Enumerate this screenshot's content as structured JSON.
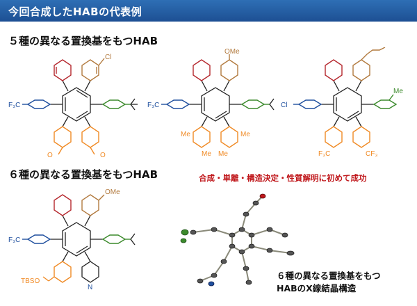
{
  "header": {
    "title": "今回合成したHABの代表例"
  },
  "section1": {
    "title": "５種の異なる置換基をもつHAB",
    "molecules": [
      {
        "labels": {
          "top_right": "Cl",
          "left": "F₃C",
          "bottom_left": "O",
          "bottom_right": "O"
        }
      },
      {
        "labels": {
          "top_right": "OMe",
          "left": "F₃C",
          "me1": "Me",
          "me2": "Me",
          "me3": "Me",
          "me4": "Me"
        }
      },
      {
        "labels": {
          "top_right_me": "Me",
          "left": "Cl",
          "bottom_left": "F₃C",
          "bottom_right": "CF₃"
        }
      }
    ]
  },
  "section2": {
    "title": "６種の異なる置換基をもつHAB",
    "note": "合成・単離・構造決定・性質解明に初めて成功",
    "molecule": {
      "labels": {
        "top_right": "OMe",
        "left": "F₃C",
        "bottom_left": "TBSO",
        "pyridine_n": "N"
      }
    },
    "xray_caption_line1": "６種の異なる置換基をもつ",
    "xray_caption_line2": "HABのX線結晶構造"
  },
  "colors": {
    "header_bg": "#1d4f93",
    "red_ring": "#b5282e",
    "brown_ring": "#b27a3e",
    "green_ring": "#3c8a2c",
    "blue_ring": "#1f4f9e",
    "orange_ring": "#f08a24",
    "note_red": "#c0181c"
  }
}
